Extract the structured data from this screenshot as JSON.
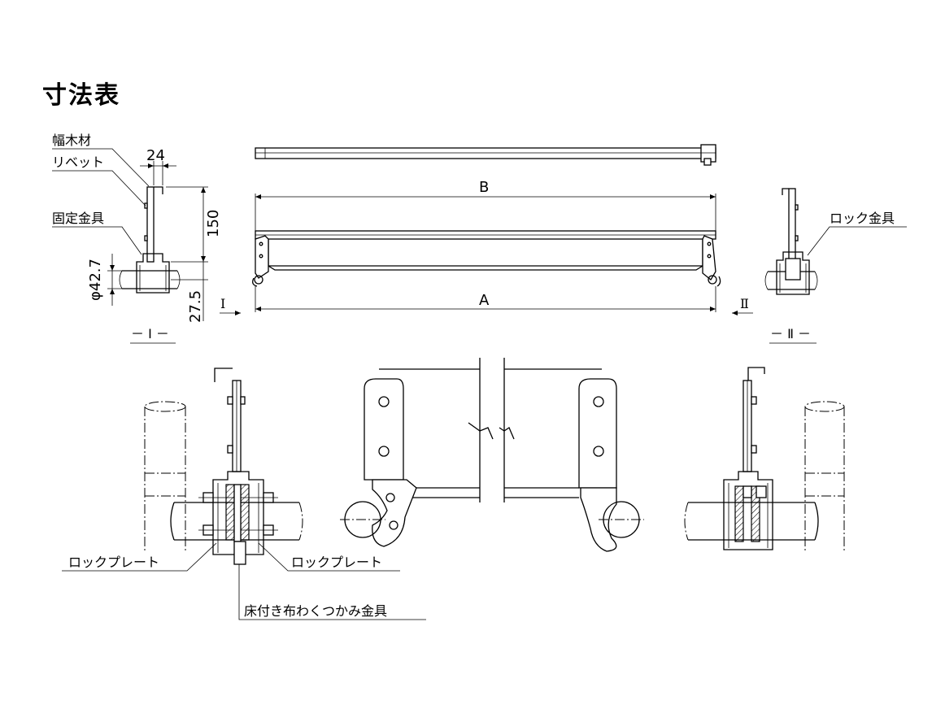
{
  "title": "寸法表",
  "labels": {
    "habaki": "幅木材",
    "rivet": "リベット",
    "kotei": "固定金具",
    "lock_kanagu": "ロック金具",
    "lock_plate_left": "ロックプレート",
    "lock_plate_right": "ロックプレート",
    "tsukami": "床付き布わくつかみ金具"
  },
  "dimensions": {
    "width": "24",
    "height": "150",
    "pipe_dia": "φ42.7",
    "offset": "27.5",
    "length_b": "B",
    "length_a": "A"
  },
  "views": {
    "mark_i": "I",
    "mark_ii": "Ⅱ",
    "section_i": "－ I －",
    "section_ii": "－ Ⅱ －"
  }
}
